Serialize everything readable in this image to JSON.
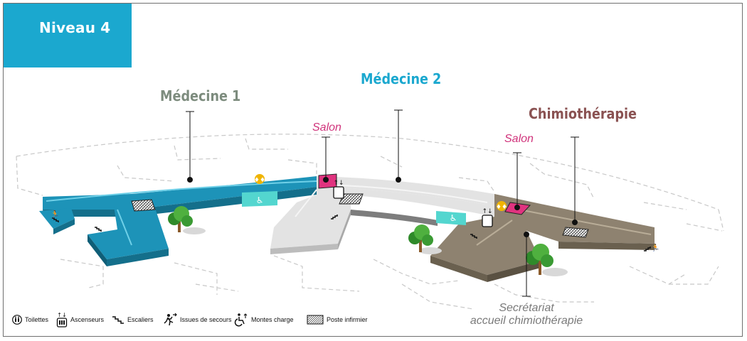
{
  "level": {
    "label": "Niveau 4"
  },
  "zones": {
    "medecine1": {
      "label": "Médecine 1",
      "color": "#7d8c7e"
    },
    "medecine2": {
      "label": "Médecine 2",
      "color": "#1ba8cf"
    },
    "chimio": {
      "label": "Chimiothérapie",
      "color": "#8a5252"
    }
  },
  "salons": {
    "salon_1": {
      "label": "Salon"
    },
    "salon_2": {
      "label": "Salon"
    }
  },
  "secretariat": {
    "line1": "Secrétariat",
    "line2": "accueil chimiothérapie"
  },
  "legend": [
    {
      "icon": "toilets-icon",
      "label": "Toilettes"
    },
    {
      "icon": "elevator-icon",
      "label": "Ascenseurs"
    },
    {
      "icon": "stairs-icon",
      "label": "Escaliers"
    },
    {
      "icon": "emergency-exit-icon",
      "label": "Issues de secours"
    },
    {
      "icon": "freight-elevator-icon",
      "label": "Montes charge"
    },
    {
      "icon": "nurse-station-icon",
      "label": "Poste infirmier"
    }
  ],
  "colors": {
    "medecine1_area": "#1d93b8",
    "medecine2_area": "#e3e3e3",
    "chimio_area": "#8e8270",
    "salon": "#e0337f",
    "elevator_cyan": "#53d6cf",
    "toilets": "#f0b400",
    "badge": "#1ba8cf"
  }
}
